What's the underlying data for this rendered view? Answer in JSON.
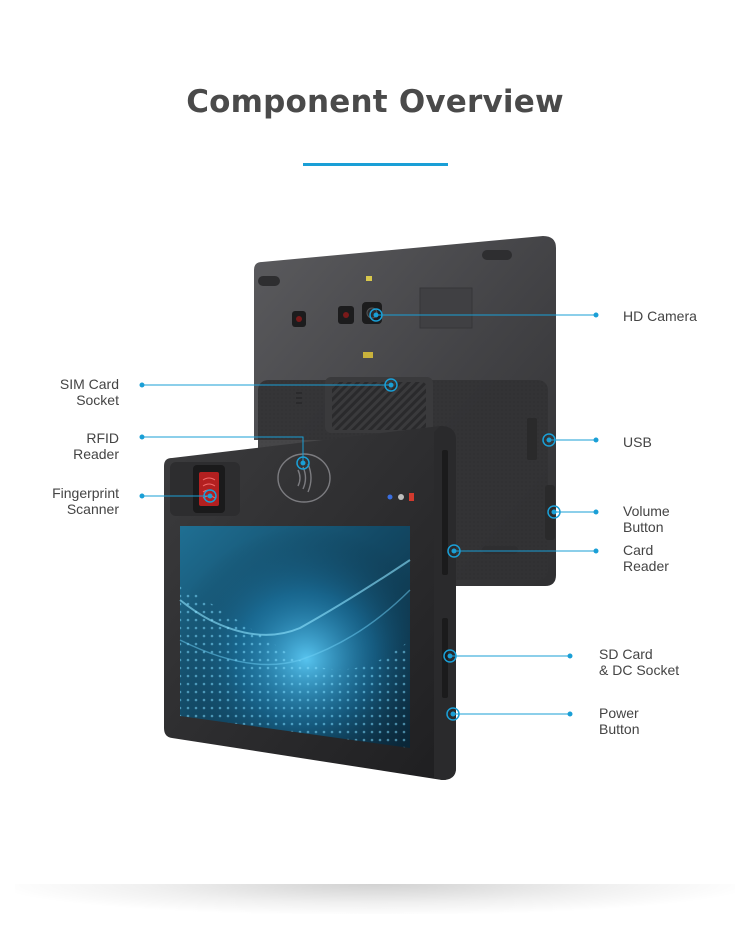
{
  "page": {
    "title": "Component Overview",
    "accent_color": "#1a9fd6",
    "text_color": "#444444"
  },
  "callouts": {
    "hd_camera": "HD Camera",
    "sim_card_socket": [
      "SIM Card",
      "Socket"
    ],
    "usb": "USB",
    "rfid_reader": [
      "RFID",
      "Reader"
    ],
    "fingerprint_scanner": [
      "Fingerprint",
      "Scanner"
    ],
    "volume_button": [
      "Volume",
      "Button"
    ],
    "card_reader": [
      "Card",
      "Reader"
    ],
    "sd_card_dc_socket": [
      "SD Card",
      "& DC Socket"
    ],
    "power_button": [
      "Power",
      "Button"
    ]
  },
  "device": {
    "body_color": "#3a3a3c",
    "screen_wallpaper": "blue particle wave",
    "icons": [
      "camera-lens-icon",
      "rfid-contactless-icon",
      "fingerprint-icon"
    ]
  }
}
